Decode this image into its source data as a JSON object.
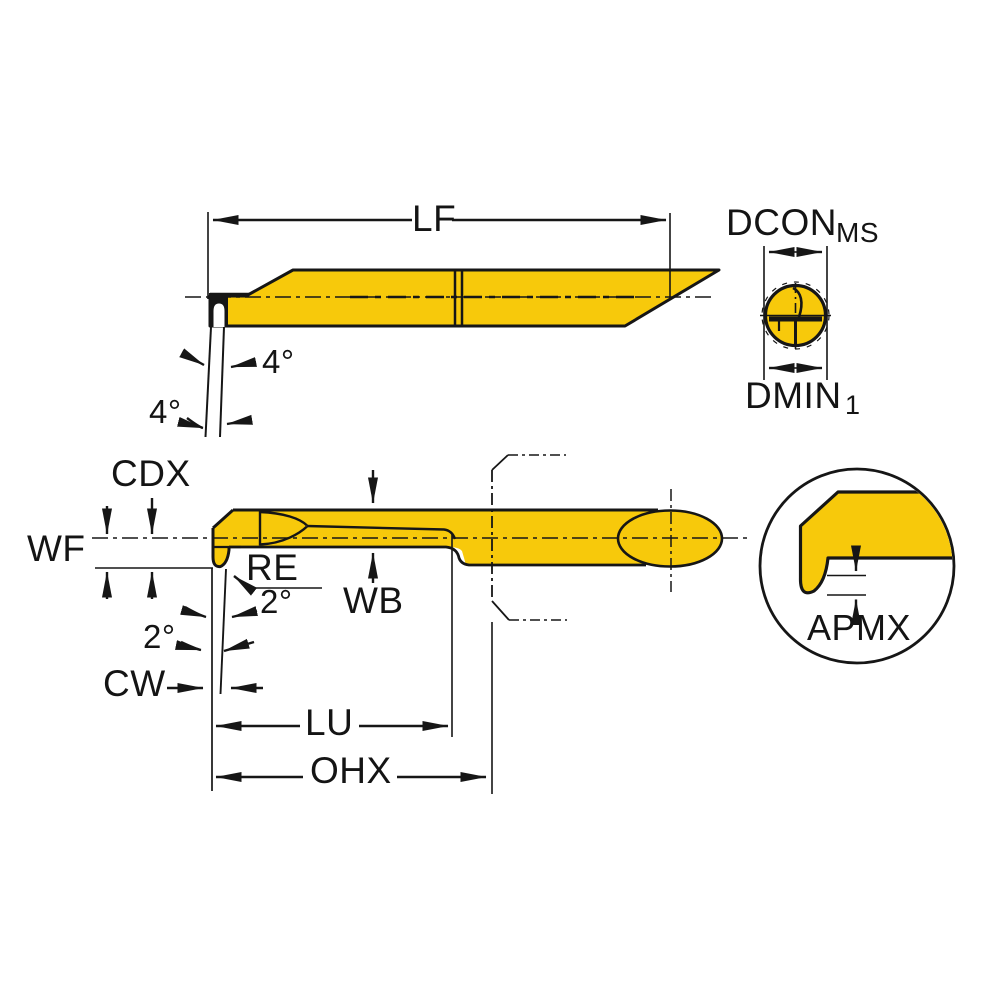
{
  "title": "cutting-tool-dimension-diagram",
  "colors": {
    "tool_fill": "#F7C90B",
    "outline": "#161616",
    "background": "#FFFFFF",
    "text": "#141414"
  },
  "views": {
    "top": {
      "length_label": "LF",
      "tip_angle_labels": [
        "4°",
        "4°"
      ]
    },
    "end": {
      "top_label": "DCON",
      "top_label_sub": "MS",
      "bottom_label": "DMIN",
      "bottom_label_sub": "1"
    },
    "side": {
      "cdx_label": "CDX",
      "wf_label": "WF",
      "re_label": "RE",
      "angle_labels": [
        "2°",
        "2°"
      ],
      "cw_label": "CW",
      "wb_label": "WB",
      "lu_label": "LU",
      "ohx_label": "OHX"
    },
    "detail": {
      "apmx_label": "APMX"
    }
  }
}
